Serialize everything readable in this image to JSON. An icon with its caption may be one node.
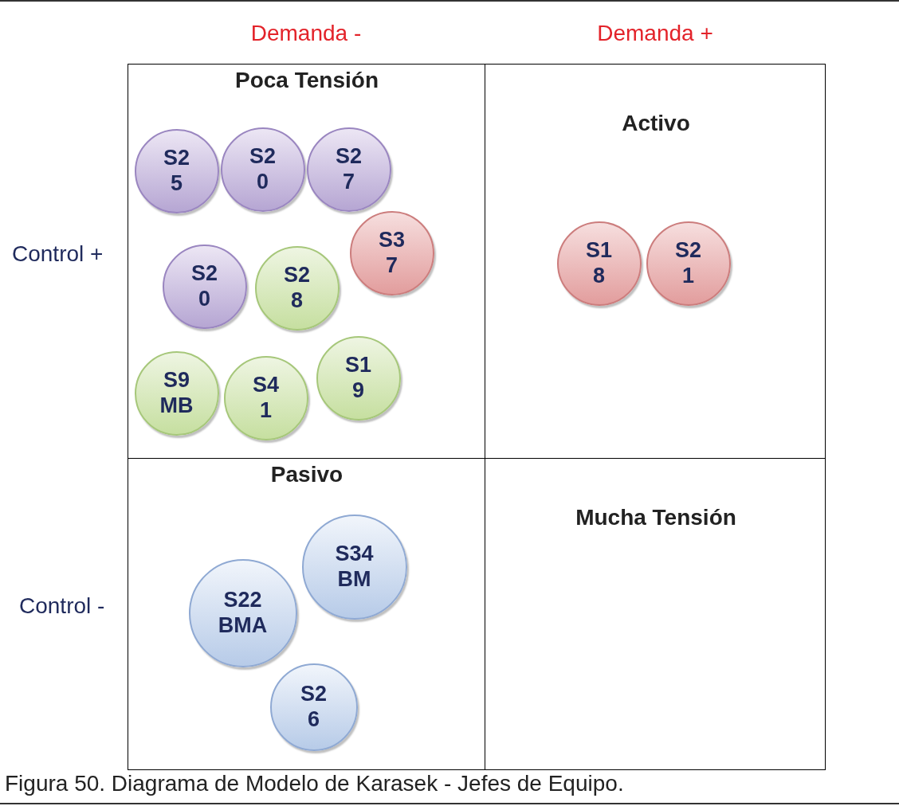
{
  "diagram": {
    "caption": "Figura 50. Diagrama de Modelo de Karasek - Jefes de Equipo.",
    "nodes": [
      {
        "text": [
          "Poca Tensión"
        ]
      },
      {
        "text": [
          "S2 5"
        ],
        "in": 0
      },
      {
        "text": [
          "S2 0"
        ],
        "in": 0
      },
      {
        "text": [
          "S2 7"
        ],
        "in": 0
      },
      {
        "text": [
          "S3 7"
        ],
        "in": 0
      },
      {
        "text": [
          "S2 0"
        ],
        "in": 0
      },
      {
        "text": [
          "S2 8"
        ],
        "in": 0
      },
      {
        "text": [
          "S9 MB"
        ],
        "in": 0
      },
      {
        "text": [
          "S4 1"
        ],
        "in": 0
      },
      {
        "text": [
          "S1 9"
        ],
        "in": 0
      },
      {
        "text": [
          "Activo"
        ]
      },
      {
        "text": [
          "S1 8"
        ],
        "in": 10
      },
      {
        "text": [
          "S2 1"
        ],
        "in": 10
      },
      {
        "text": [
          "Pasivo"
        ]
      },
      {
        "text": [
          "S34 BM"
        ],
        "in": 13
      },
      {
        "text": [
          "S22 BMA"
        ],
        "in": 13
      },
      {
        "text": [
          "S2 6"
        ],
        "in": 13
      },
      {
        "text": [
          "Mucha Tensión"
        ]
      }
    ],
    "edges": [],
    "labels": [
      "Demanda -",
      "Demanda +",
      "Control +",
      "Control -"
    ]
  }
}
